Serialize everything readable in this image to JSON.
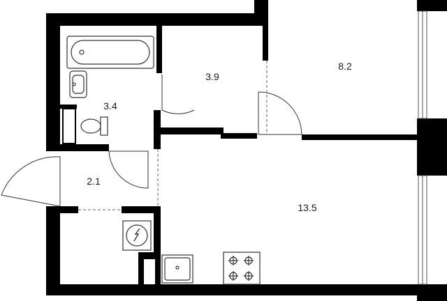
{
  "floorplan": {
    "rooms": [
      {
        "id": "bathroom",
        "area": "3.4"
      },
      {
        "id": "hall",
        "area": "2.1"
      },
      {
        "id": "small-room",
        "area": "3.9"
      },
      {
        "id": "bedroom",
        "area": "8.2"
      },
      {
        "id": "living-kitchen",
        "area": "13.5"
      }
    ],
    "fixtures": [
      "bathtub-icon",
      "washbasin-icon",
      "toilet-icon",
      "boiler-icon",
      "sink-icon",
      "stove-icon"
    ],
    "colors": {
      "wall": "#000000",
      "background": "#ffffff",
      "line": "#555555"
    }
  }
}
